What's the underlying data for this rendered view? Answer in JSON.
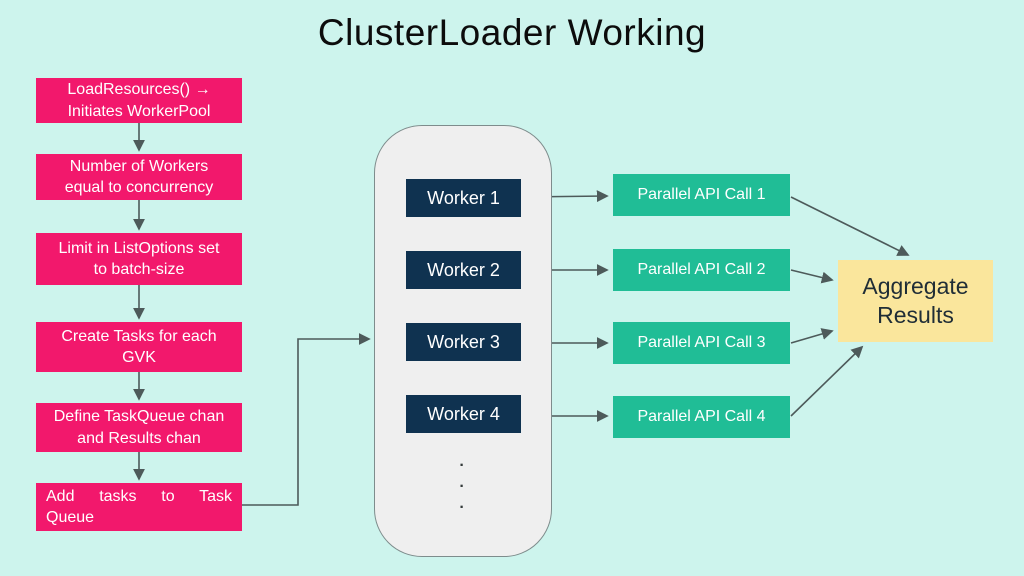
{
  "title": "ClusterLoader Working",
  "flow_steps": [
    {
      "label": "LoadResources() →\nInitiates WorkerPool"
    },
    {
      "label": "Number of Workers\nequal to concurrency"
    },
    {
      "label": "Limit in ListOptions set\nto batch-size"
    },
    {
      "label": "Create Tasks for each\nGVK"
    },
    {
      "label": "Define TaskQueue chan\nand Results chan"
    },
    {
      "label": "Add tasks to Task\nQueue"
    }
  ],
  "worker_pool": {
    "workers": [
      {
        "label": "Worker 1"
      },
      {
        "label": "Worker 2"
      },
      {
        "label": "Worker 3"
      },
      {
        "label": "Worker 4"
      }
    ],
    "ellipsis": "·\n·\n·"
  },
  "api_calls": [
    {
      "label": "Parallel API Call 1"
    },
    {
      "label": "Parallel API Call 2"
    },
    {
      "label": "Parallel API Call 3"
    },
    {
      "label": "Parallel API Call 4"
    }
  ],
  "aggregate": {
    "label": "Aggregate\nResults"
  },
  "colors": {
    "background": "#CDF4ED",
    "step_box": "#F2186C",
    "worker_box": "#0F3250",
    "api_box": "#20BD96",
    "aggregate_box": "#FAE69C",
    "pool_fill": "#EFEFEF",
    "arrow": "#4D5A5A"
  }
}
